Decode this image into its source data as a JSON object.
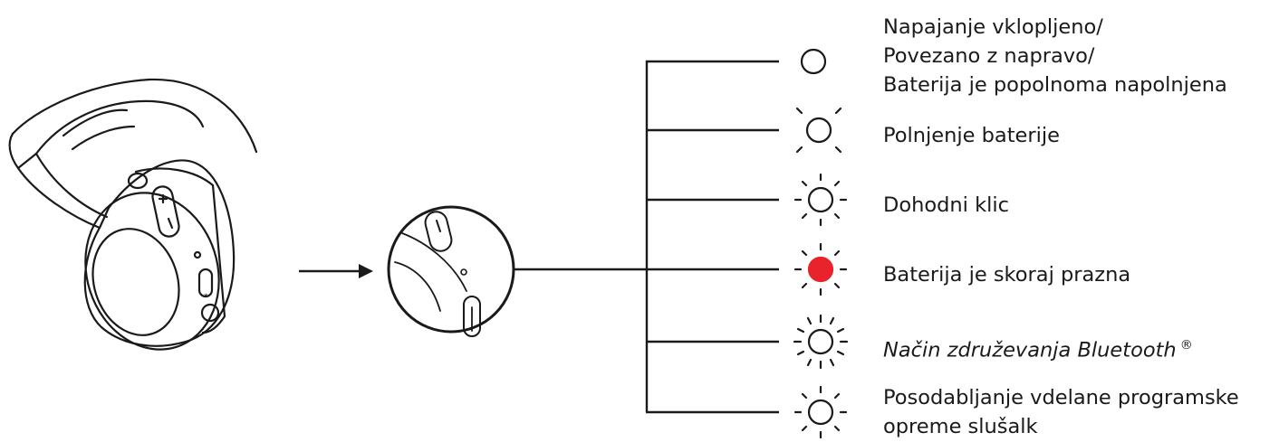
{
  "colors": {
    "stroke": "#1a1a1a",
    "led_off_fill": "#ffffff",
    "led_low_battery_fill": "#e8232b"
  },
  "icons": {
    "headset": "headset-illustration",
    "zoom": "zoomed-led-detail",
    "arrow": "arrow-right-icon",
    "led": "led-indicator-icon"
  },
  "states": [
    {
      "id": "power-on",
      "lines": [
        "Napajanje vklopljeno/",
        "Povezano z napravo/",
        "Baterija je popolnoma napolnjena"
      ],
      "italic": false,
      "led": "solid",
      "led_color": "white"
    },
    {
      "id": "charging",
      "lines": [
        "Polnjenje baterije"
      ],
      "italic": false,
      "led": "pulsing",
      "led_color": "white"
    },
    {
      "id": "incoming-call",
      "lines": [
        "Dohodni klic"
      ],
      "italic": false,
      "led": "blinking",
      "led_color": "white"
    },
    {
      "id": "low-battery",
      "lines": [
        "Baterija je skoraj prazna"
      ],
      "italic": false,
      "led": "blinking",
      "led_color": "red"
    },
    {
      "id": "bluetooth-pairing",
      "lines": [
        "Način združevanja Bluetooth"
      ],
      "suffix": "®",
      "italic": true,
      "led": "fast-blinking",
      "led_color": "white"
    },
    {
      "id": "firmware-update",
      "lines": [
        "Posodabljanje vdelane programske",
        "opreme slušalk"
      ],
      "italic": false,
      "led": "blinking",
      "led_color": "white"
    }
  ]
}
